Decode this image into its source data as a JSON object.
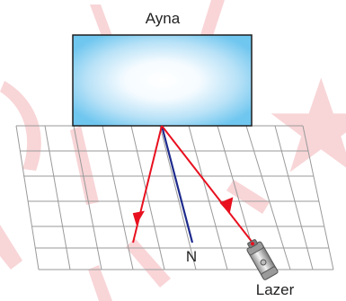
{
  "diagram": {
    "mirror_label": "Ayna",
    "normal_label": "N",
    "laser_label": "Lazer"
  },
  "colors": {
    "ray": "#e8101f",
    "normal": "#1d2a8c",
    "grid": "#9a9a9a",
    "mirror_border": "#1f1f1f",
    "watermark": "#f4b3b8"
  }
}
